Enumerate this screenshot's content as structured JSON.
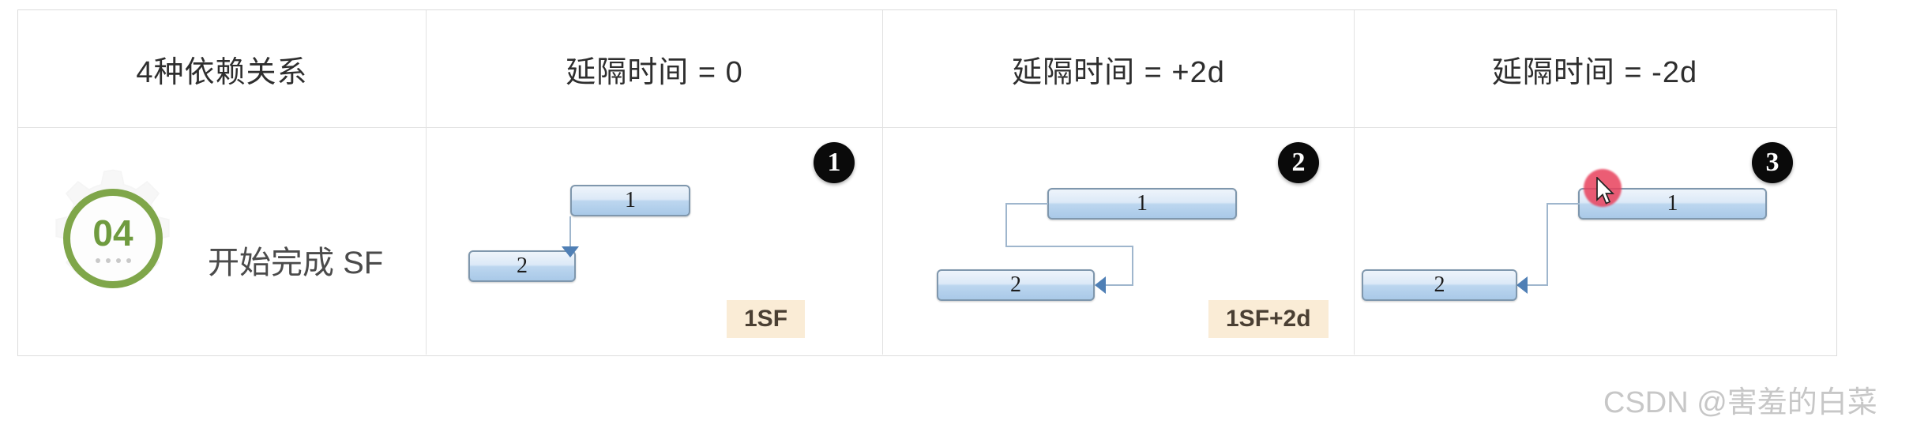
{
  "table": {
    "headers": [
      "4种依赖关系",
      "延隔时间 = 0",
      "延隔时间 = +2d",
      "延隔时间 = -2d"
    ],
    "row": {
      "badge_number": "04",
      "label": "开始完成 SF"
    }
  },
  "panels": [
    {
      "marker": "❶",
      "marker_plain": "1",
      "tag": "1SF",
      "bars": [
        {
          "name": "1",
          "label": "1"
        },
        {
          "name": "2",
          "label": "2"
        }
      ]
    },
    {
      "marker": "❷",
      "marker_plain": "2",
      "tag": "1SF+2d",
      "bars": [
        {
          "name": "1",
          "label": "1"
        },
        {
          "name": "2",
          "label": "2"
        }
      ]
    },
    {
      "marker": "❸",
      "marker_plain": "3",
      "tag": "",
      "bars": [
        {
          "name": "1",
          "label": "1"
        },
        {
          "name": "2",
          "label": "2"
        }
      ]
    }
  ],
  "watermark": "CSDN @害羞的白菜",
  "colors": {
    "badge_ring": "#7fa64a",
    "bar_border": "#7f97ad",
    "tag_bg": "#faecd6",
    "link": "#9fb6cd",
    "arrow": "#4f7fb5",
    "click_highlight": "#e8415c"
  }
}
